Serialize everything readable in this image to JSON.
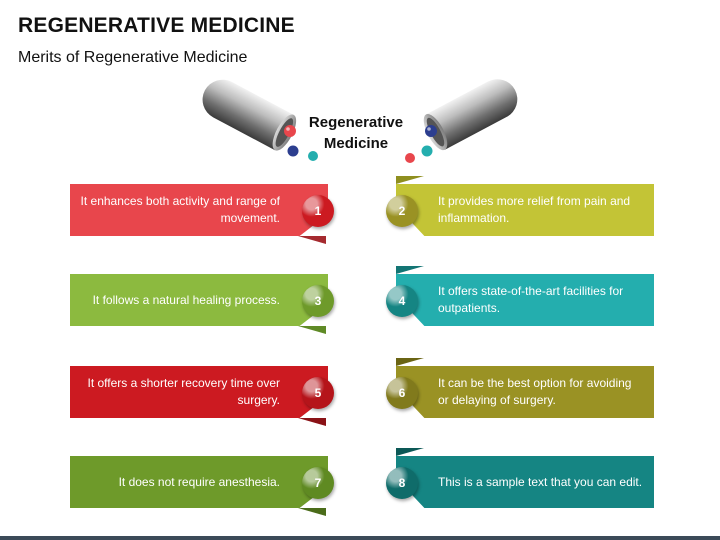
{
  "title": "REGENERATIVE MEDICINE",
  "subtitle": "Merits of Regenerative Medicine",
  "center_label": "Regenerative Medicine",
  "colors": {
    "red": "#e8464c",
    "yellow_green": "#c3c436",
    "green": "#8cba3f",
    "teal": "#24aeae",
    "crimson": "#cc1a21",
    "olive": "#9a9224",
    "dark_green": "#6e9a2a",
    "dark_teal": "#158583"
  },
  "merits": [
    {
      "number": "1",
      "text": "It enhances both activity and range of movement.",
      "color": "#e8464c"
    },
    {
      "number": "2",
      "text": "It provides more relief from pain and inflammation.",
      "color": "#c3c436"
    },
    {
      "number": "3",
      "text": "It follows a natural healing process.",
      "color": "#8cba3f"
    },
    {
      "number": "4",
      "text": "It offers state-of-the-art facilities for outpatients.",
      "color": "#24aeae"
    },
    {
      "number": "5",
      "text": "It offers a shorter recovery time over surgery.",
      "color": "#cc1a21"
    },
    {
      "number": "6",
      "text": "It can be the best option for avoiding or delaying of surgery.",
      "color": "#9a9224"
    },
    {
      "number": "7",
      "text": "It does not require anesthesia.",
      "color": "#6e9a2a"
    },
    {
      "number": "8",
      "text": "This is a sample text that you can edit.",
      "color": "#158583"
    }
  ],
  "icons": [
    "capsule-left-icon",
    "capsule-right-icon",
    "granule-icon"
  ]
}
